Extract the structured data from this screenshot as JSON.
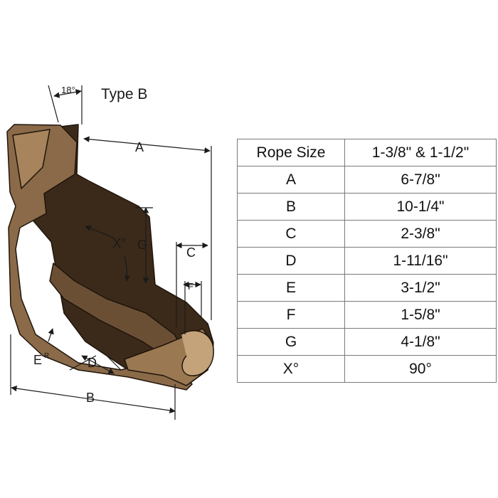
{
  "diagram": {
    "type_label": "Type B",
    "angle_label": "18°",
    "dimension_labels": {
      "A": "A",
      "B": "B",
      "C": "C",
      "D": "D",
      "E": "E",
      "E_sup": "R",
      "F": "F",
      "G": "G",
      "X": "X°"
    },
    "colors": {
      "body": "#8a6a48",
      "dark": "#2e2014",
      "light": "#b5926a"
    }
  },
  "table": {
    "header": [
      "Rope Size",
      "1-3/8\" & 1-1/2\""
    ],
    "rows": [
      [
        "A",
        "6-7/8\""
      ],
      [
        "B",
        "10-1/4\""
      ],
      [
        "C",
        "2-3/8\""
      ],
      [
        "D",
        "1-11/16\""
      ],
      [
        "E",
        "3-1/2\""
      ],
      [
        "F",
        "1-5/8\""
      ],
      [
        "G",
        "4-1/8\""
      ],
      [
        "X°",
        "90°"
      ]
    ]
  }
}
